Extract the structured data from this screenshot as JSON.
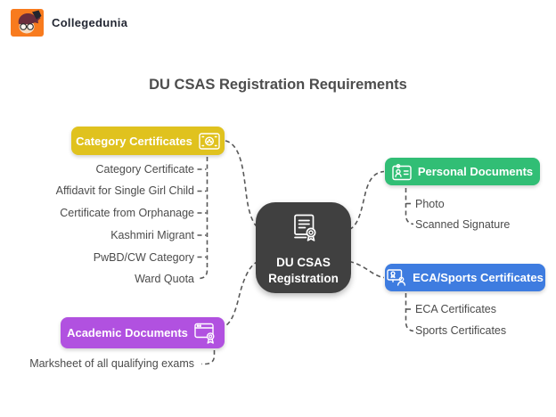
{
  "header": {
    "brand": "Collegedunia"
  },
  "title": "DU CSAS Registration Requirements",
  "center": {
    "line1": "DU CSAS",
    "line2": "Registration",
    "icon": "document-award-icon",
    "bg_color": "#404040"
  },
  "branches": {
    "category": {
      "label": "Category Certificates",
      "icon": "certificate-seal-icon",
      "color": "#E0C21E",
      "items": [
        "Category Certificate",
        "Affidavit for Single Girl Child",
        "Certificate from Orphanage",
        "Kashmiri Migrant",
        "PwBD/CW Category",
        "Ward Quota"
      ]
    },
    "personal": {
      "label": "Personal Documents",
      "icon": "id-card-icon",
      "color": "#31BE75",
      "items": [
        "Photo",
        "Scanned Signature"
      ]
    },
    "eca": {
      "label": "ECA/Sports Certificates",
      "icon": "screen-person-icon",
      "color": "#3E7CE0",
      "items": [
        "ECA Certificates",
        "Sports Certificates"
      ]
    },
    "academic": {
      "label": "Academic Documents",
      "icon": "browser-award-icon",
      "color": "#B151E0",
      "items": [
        "Marksheet of all qualifying exams"
      ]
    }
  },
  "colors": {
    "connector": "#595959",
    "item_text": "#4B4B4B",
    "title_text": "#4D4D4D",
    "brand_orange": "#F87B1E"
  }
}
